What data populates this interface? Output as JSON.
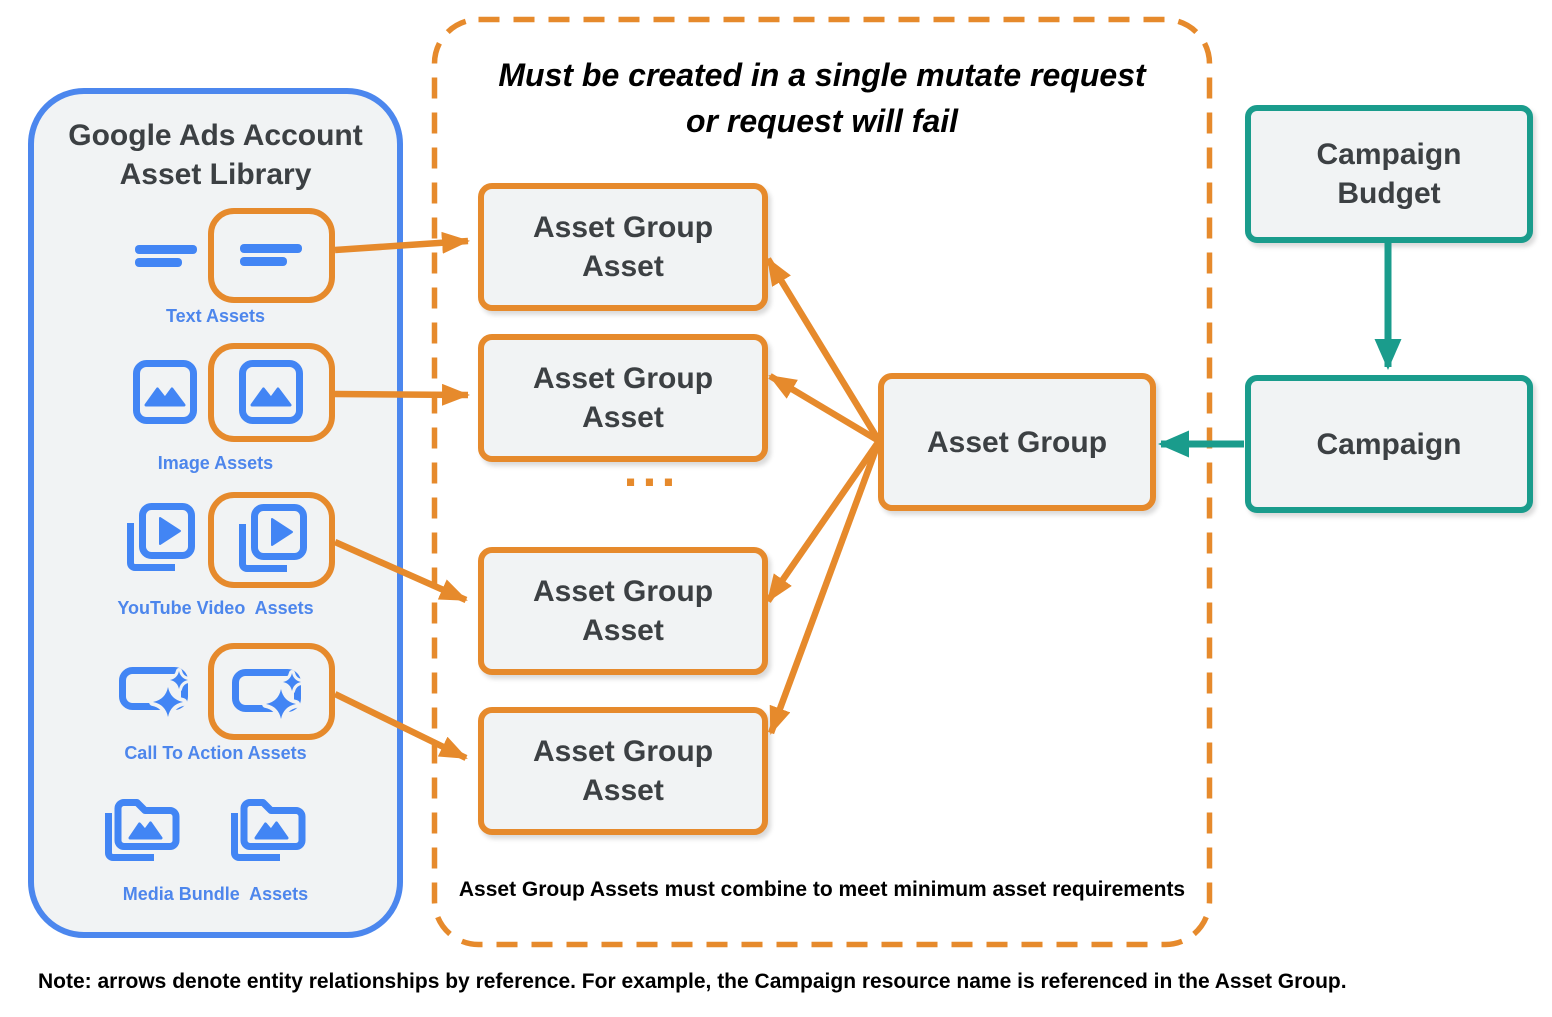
{
  "colors": {
    "panel_border_blue": "#4C87EE",
    "icon_blue": "#4285F4",
    "label_blue": "#4D86EC",
    "orange": "#E68A2C",
    "teal": "#1A9C8C",
    "node_fill": "#F1F3F4",
    "node_text": "#3C4043"
  },
  "library": {
    "title": "Google Ads Account\nAsset Library",
    "items": [
      {
        "label": "Text Assets",
        "icon": "text-asset-icon",
        "highlighted": true
      },
      {
        "label": "Image Assets",
        "icon": "image-asset-icon",
        "highlighted": true
      },
      {
        "label": "YouTube Video  Assets",
        "icon": "youtube-video-asset-icon",
        "highlighted": true
      },
      {
        "label": "Call To Action Assets",
        "icon": "call-to-action-asset-icon",
        "highlighted": true
      },
      {
        "label": "Media Bundle  Assets",
        "icon": "media-bundle-asset-icon",
        "highlighted": false
      }
    ]
  },
  "mutate_box": {
    "title": "Must be created in a single mutate request\nor request will fail",
    "asset_group_asset_label": "Asset Group\nAsset",
    "ellipsis": "...",
    "caption": "Asset Group Assets must combine to meet minimum asset requirements"
  },
  "asset_group": {
    "label": "Asset Group"
  },
  "campaign_budget": {
    "label": "Campaign\nBudget"
  },
  "campaign": {
    "label": "Campaign"
  },
  "note": {
    "text": "Note: arrows denote entity relationships by reference. For example, the Campaign resource name is referenced in the Asset Group."
  }
}
